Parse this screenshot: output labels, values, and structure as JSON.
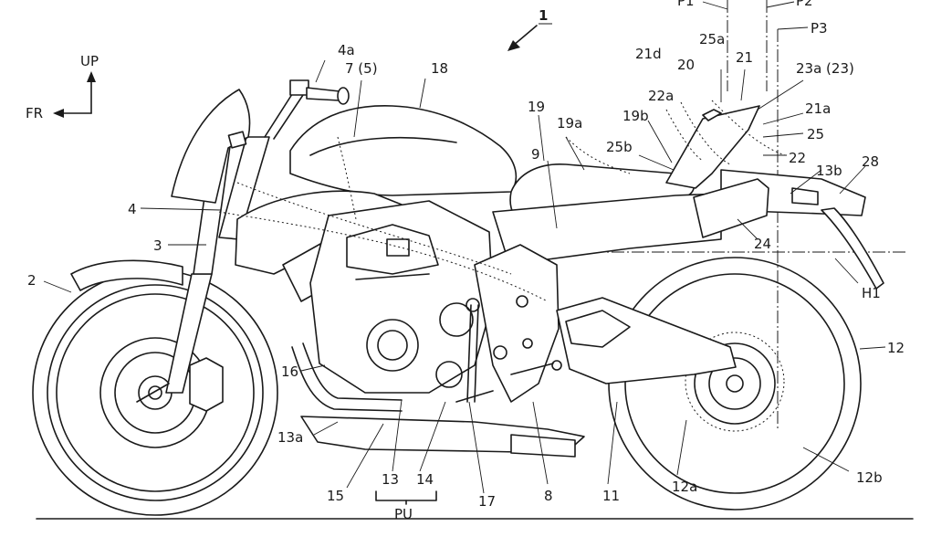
{
  "figure": {
    "number": "1",
    "orientation": {
      "up": "UP",
      "front": "FR"
    },
    "section_lines": [
      "P1",
      "P2",
      "P3"
    ],
    "horizontal_line": "H1",
    "power_unit_group": "PU"
  },
  "labels": [
    {
      "id": "l-4a",
      "text": "4a"
    },
    {
      "id": "l-7",
      "text": "7 (5)"
    },
    {
      "id": "l-18",
      "text": "18"
    },
    {
      "id": "l-19",
      "text": "19"
    },
    {
      "id": "l-19a",
      "text": "19a"
    },
    {
      "id": "l-19b",
      "text": "19b"
    },
    {
      "id": "l-9",
      "text": "9"
    },
    {
      "id": "l-25b",
      "text": "25b"
    },
    {
      "id": "l-21d",
      "text": "21d"
    },
    {
      "id": "l-20",
      "text": "20"
    },
    {
      "id": "l-25a",
      "text": "25a"
    },
    {
      "id": "l-21",
      "text": "21"
    },
    {
      "id": "l-23a",
      "text": "23a (23)"
    },
    {
      "id": "l-22a",
      "text": "22a"
    },
    {
      "id": "l-21a",
      "text": "21a"
    },
    {
      "id": "l-25",
      "text": "25"
    },
    {
      "id": "l-22",
      "text": "22"
    },
    {
      "id": "l-13b",
      "text": "13b"
    },
    {
      "id": "l-28",
      "text": "28"
    },
    {
      "id": "l-24",
      "text": "24"
    },
    {
      "id": "l-4",
      "text": "4"
    },
    {
      "id": "l-3",
      "text": "3"
    },
    {
      "id": "l-2",
      "text": "2"
    },
    {
      "id": "l-12",
      "text": "12"
    },
    {
      "id": "l-16",
      "text": "16"
    },
    {
      "id": "l-13a",
      "text": "13a"
    },
    {
      "id": "l-15",
      "text": "15"
    },
    {
      "id": "l-13",
      "text": "13"
    },
    {
      "id": "l-14",
      "text": "14"
    },
    {
      "id": "l-17",
      "text": "17"
    },
    {
      "id": "l-8",
      "text": "8"
    },
    {
      "id": "l-11",
      "text": "11"
    },
    {
      "id": "l-12a",
      "text": "12a"
    },
    {
      "id": "l-12b",
      "text": "12b"
    }
  ]
}
